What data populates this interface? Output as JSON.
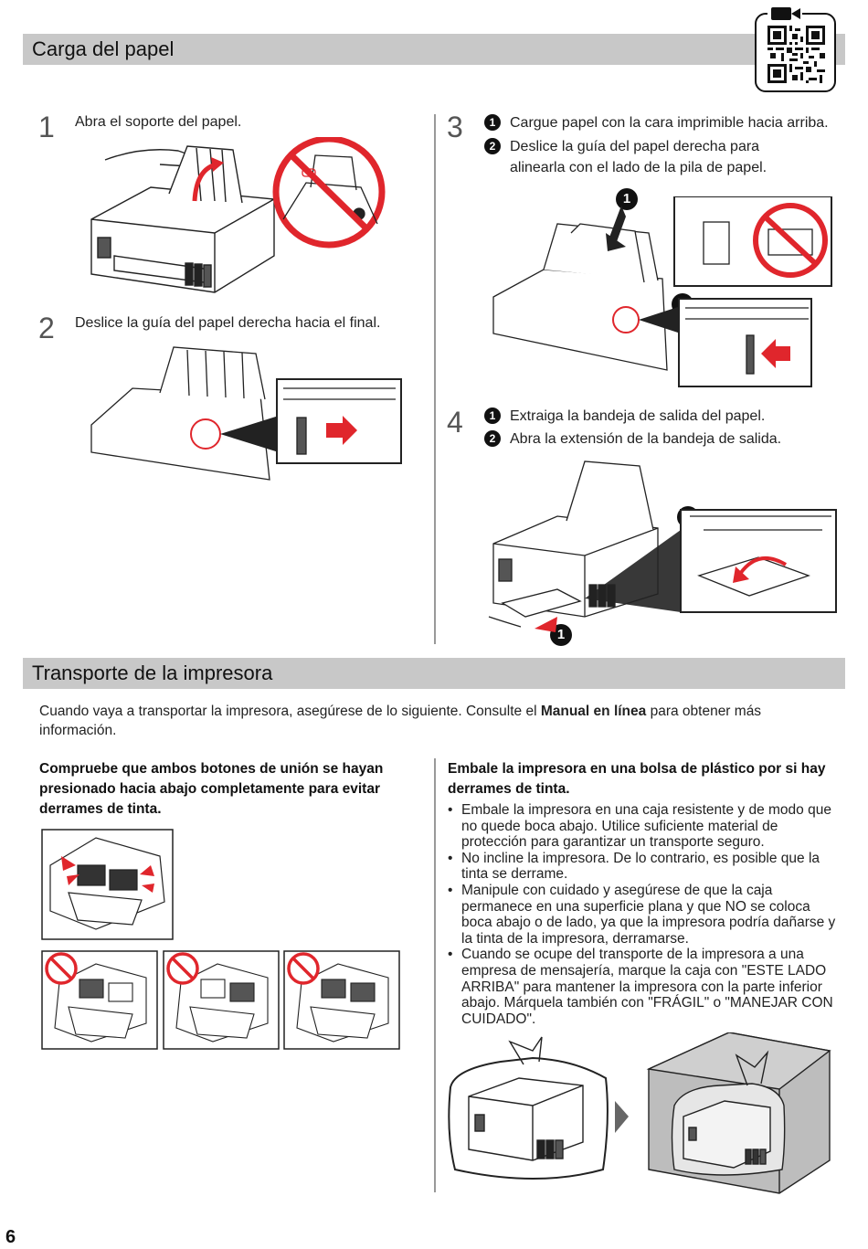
{
  "sections": {
    "loading": {
      "title": "Carga del papel"
    },
    "transport": {
      "title": "Transporte de la impresora"
    }
  },
  "steps": {
    "s1": {
      "num": "1",
      "text": "Abra el soporte del papel."
    },
    "s2": {
      "num": "2",
      "text": "Deslice la guía del papel derecha hacia el final."
    },
    "s3": {
      "num": "3",
      "items": [
        {
          "marker": "1",
          "text": "Cargue papel con la cara imprimible hacia arriba."
        },
        {
          "marker": "2",
          "text": "Deslice la guía del papel derecha para alinearla con el lado de la pila de papel."
        }
      ],
      "callouts": [
        "1",
        "2"
      ]
    },
    "s4": {
      "num": "4",
      "items": [
        {
          "marker": "1",
          "text": "Extraiga la bandeja de salida del papel."
        },
        {
          "marker": "2",
          "text": "Abra la extensión de la bandeja de salida."
        }
      ],
      "callouts": [
        "2",
        "1"
      ]
    }
  },
  "transport": {
    "intro_before": "Cuando vaya a transportar la impresora, asegúrese de lo siguiente. Consulte el ",
    "intro_bold": "Manual en línea",
    "intro_after": " para obtener más información.",
    "left_heading": "Compruebe que ambos botones de unión se hayan presionado hacia abajo completamente para evitar derrames de tinta.",
    "right_heading": "Embale la impresora en una bolsa de plástico por si hay derrames de tinta.",
    "bullets": [
      "Embale la impresora en una caja resistente y de modo que no quede boca abajo. Utilice suficiente material de protección para garantizar un transporte seguro.",
      "No incline la impresora. De lo contrario, es posible que la tinta se derrame.",
      "Manipule con cuidado y asegúrese de que la caja permanece en una superficie plana y que NO se coloca boca abajo o de lado, ya que la impresora podría dañarse y la tinta de la impresora, derramarse.",
      "Cuando se ocupe del transporte de la impresora a una empresa de mensajería, marque la caja con \"ESTE LADO ARRIBA\" para mantener la impresora con la parte inferior abajo. Márquela también con \"FRÁGIL\" o \"MANEJAR CON CUIDADO\"."
    ]
  },
  "page_number": "6",
  "colors": {
    "bar": "#c8c8c8",
    "prohibit": "#e0262c",
    "arrow": "#e0262c"
  },
  "icons": [
    "qr-code-icon",
    "video-camera-icon",
    "prohibited-icon",
    "arrow-icon"
  ]
}
